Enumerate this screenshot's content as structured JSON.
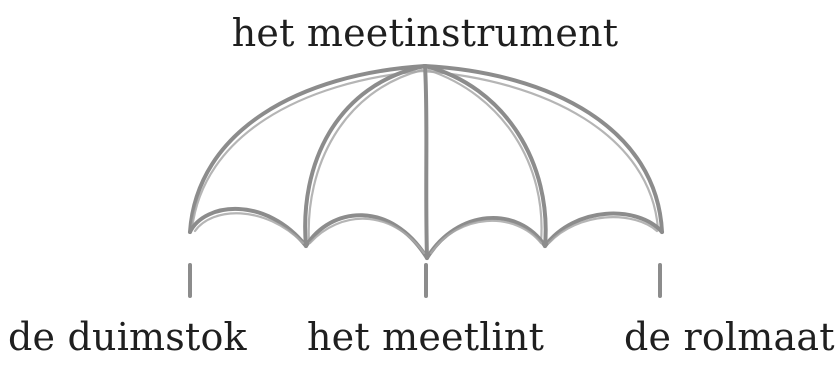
{
  "diagram": {
    "root": {
      "label": "het meetinstrument"
    },
    "children": [
      {
        "label": "de duimstok"
      },
      {
        "label": "het meetlint"
      },
      {
        "label": "de rolmaat"
      }
    ]
  }
}
